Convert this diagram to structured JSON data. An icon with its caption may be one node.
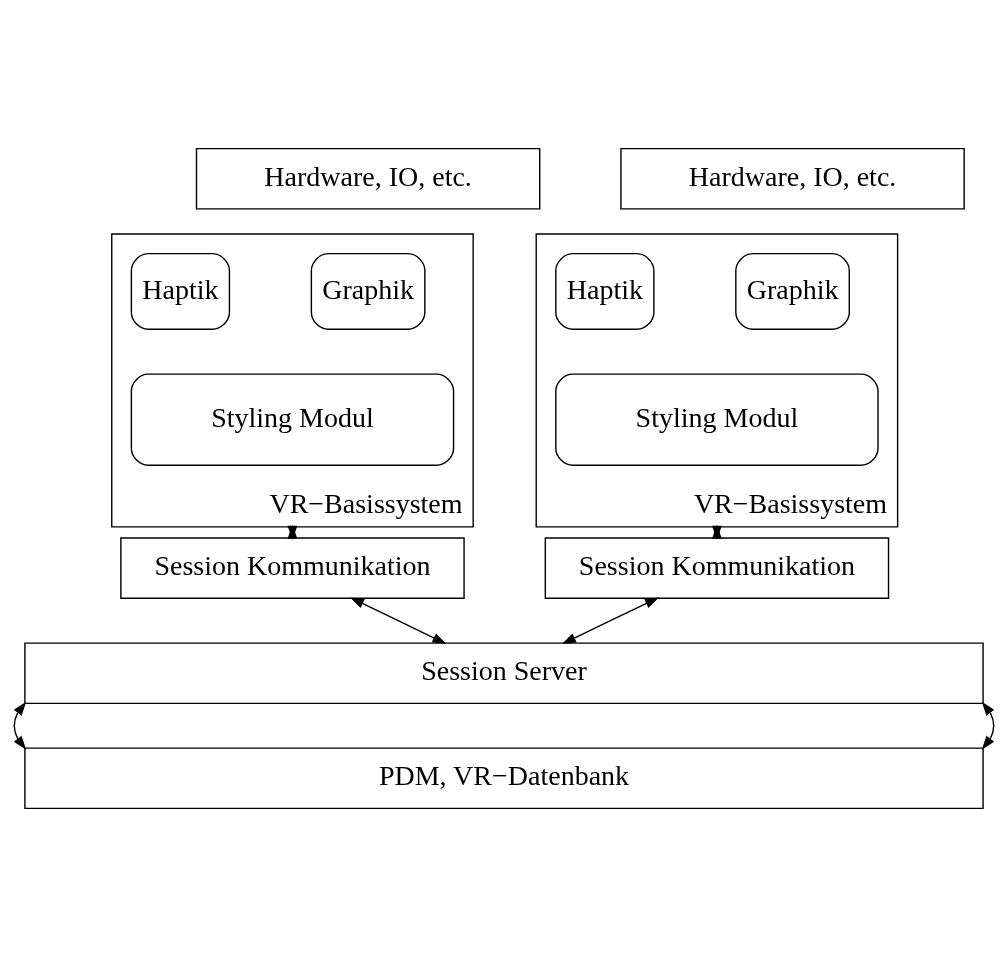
{
  "diagram": {
    "nodes": [
      {
        "text": [
          "Hardware, IO, etc."
        ]
      },
      {
        "text": [
          "Hardware, IO, etc."
        ]
      },
      {
        "text": [
          "VR−Basissystem"
        ]
      },
      {
        "text": [
          "Graphik"
        ],
        "in": 2
      },
      {
        "text": [
          "Haptik"
        ],
        "in": 2
      },
      {
        "text": [
          "Styling Modul"
        ],
        "in": 2
      },
      {
        "text": [
          "VR−Basissystem"
        ]
      },
      {
        "text": [
          "Graphik"
        ],
        "in": 6
      },
      {
        "text": [
          "Haptik"
        ],
        "in": 6
      },
      {
        "text": [
          "Styling Modul"
        ],
        "in": 6
      },
      {
        "text": [
          "Session Kommunikation"
        ]
      },
      {
        "text": [
          "Session Kommunikation"
        ]
      },
      {
        "text": [
          "Session Server"
        ]
      },
      {
        "text": [
          "PDM, VR−Datenbank"
        ]
      }
    ],
    "edges": [
      {
        "from": 2,
        "to": 10,
        "arrow": "both"
      },
      {
        "from": 6,
        "to": 11,
        "arrow": "both"
      },
      {
        "from": 10,
        "to": 12,
        "arrow": "both"
      },
      {
        "from": 11,
        "to": 12,
        "arrow": "both"
      },
      {
        "from": 12,
        "to": 13,
        "arrow": "both"
      },
      {
        "from": 12,
        "to": 13,
        "arrow": "both"
      }
    ]
  }
}
